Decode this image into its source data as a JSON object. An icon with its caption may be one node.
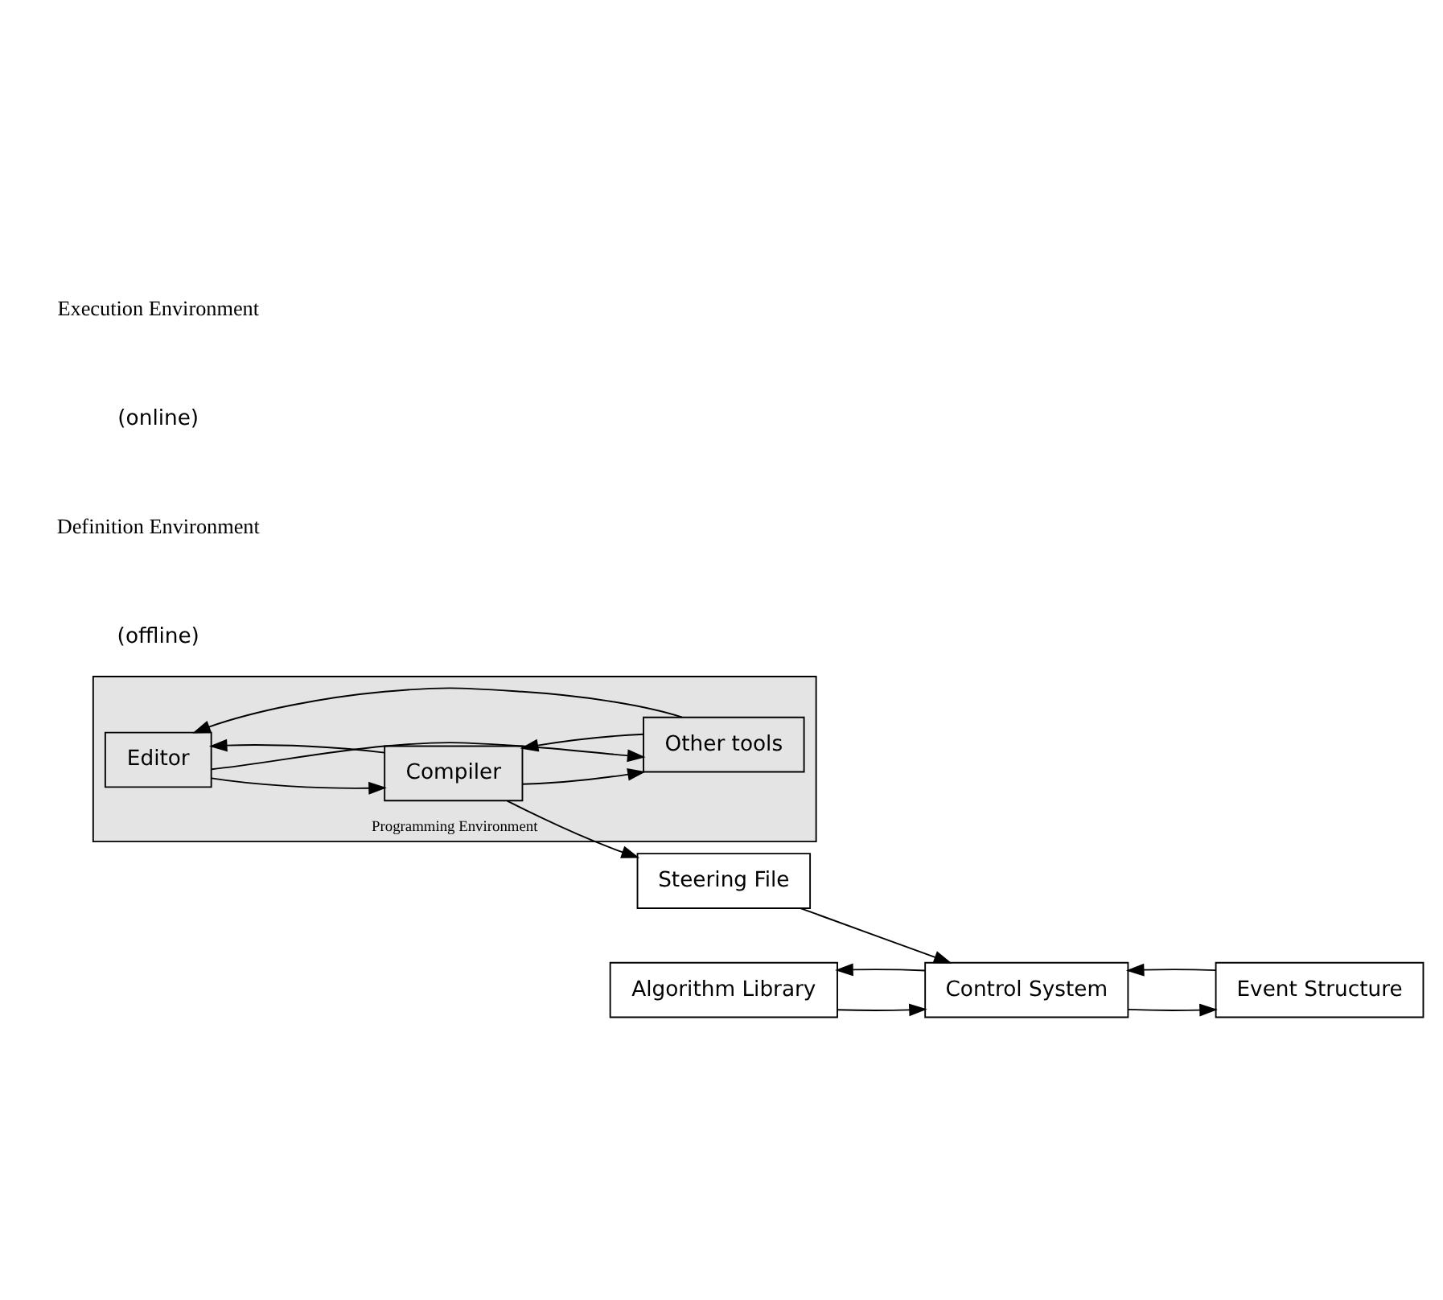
{
  "diagram": {
    "nodes": [
      {
        "text": [
          "Programming Environment"
        ]
      },
      {
        "text": [
          "Editor"
        ],
        "in": 0
      },
      {
        "text": [
          "Compiler"
        ],
        "in": 0
      },
      {
        "text": [
          "Other tools"
        ],
        "in": 0
      },
      {
        "text": [
          "Steering File"
        ]
      },
      {
        "text": [
          "Algorithm Library"
        ]
      },
      {
        "text": [
          "Control System"
        ]
      },
      {
        "text": [
          "Event Structure"
        ]
      }
    ],
    "edges": [
      {
        "from": 1,
        "to": 2,
        "arrow": "to"
      },
      {
        "from": 2,
        "to": 1,
        "arrow": "to"
      },
      {
        "from": 1,
        "to": 3,
        "arrow": "to"
      },
      {
        "from": 3,
        "to": 1,
        "arrow": "to"
      },
      {
        "from": 2,
        "to": 3,
        "arrow": "to"
      },
      {
        "from": 3,
        "to": 2,
        "arrow": "to"
      },
      {
        "from": 2,
        "to": 4,
        "arrow": "to"
      },
      {
        "from": 4,
        "to": 6,
        "arrow": "to"
      },
      {
        "from": 6,
        "to": 5,
        "arrow": "to"
      },
      {
        "from": 5,
        "to": 6,
        "arrow": "to"
      },
      {
        "from": 6,
        "to": 7,
        "arrow": "to"
      },
      {
        "from": 7,
        "to": 6,
        "arrow": "to"
      }
    ],
    "labels": [
      "Definition Environment",
      "(offline)",
      "Execution Environment",
      "(online)"
    ]
  }
}
